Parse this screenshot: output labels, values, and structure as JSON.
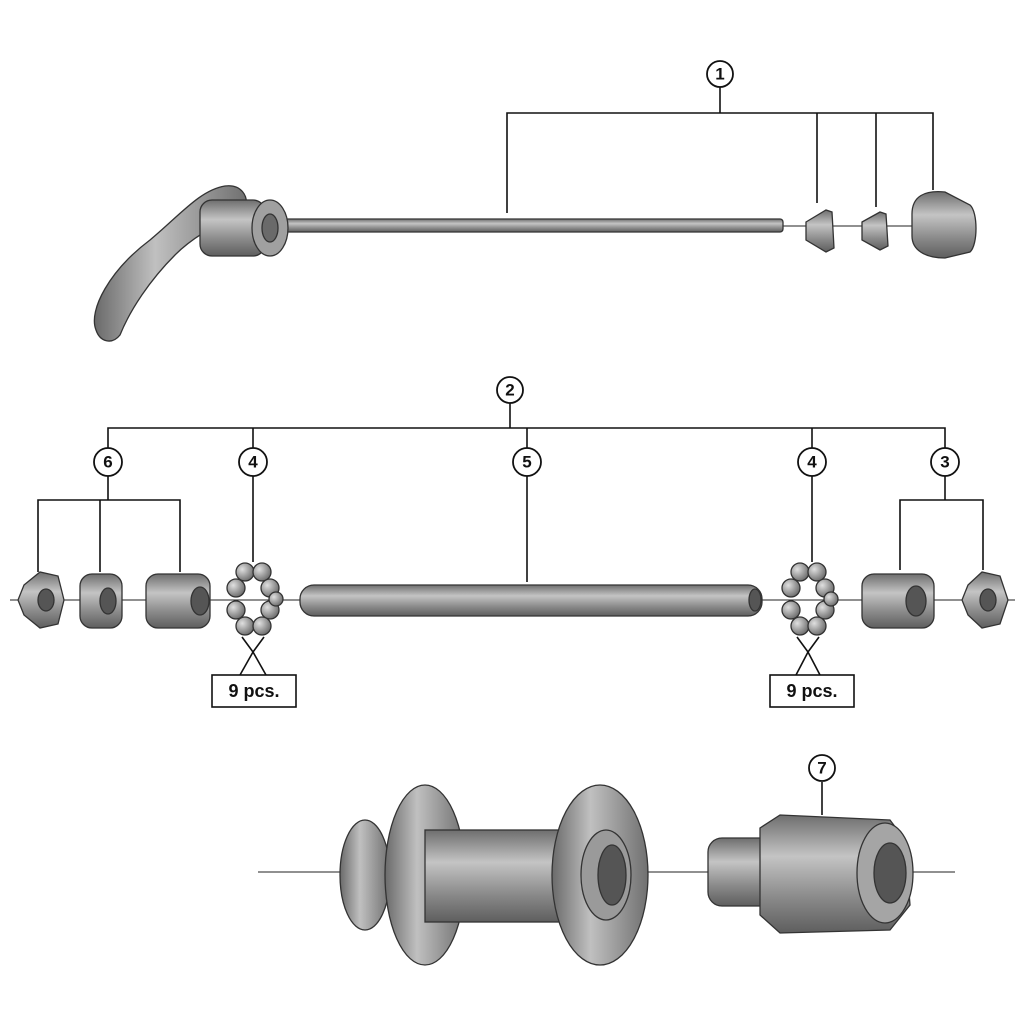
{
  "diagram": {
    "callouts": [
      "1",
      "2",
      "3",
      "4",
      "4",
      "5",
      "6",
      "7"
    ],
    "quantity_labels": [
      "9 pcs.",
      "9 pcs."
    ],
    "colors": {
      "part_fill": "#8e8e8e",
      "part_light": "#bdbdbd",
      "part_dark": "#5a5a5a",
      "line": "#111111"
    }
  }
}
